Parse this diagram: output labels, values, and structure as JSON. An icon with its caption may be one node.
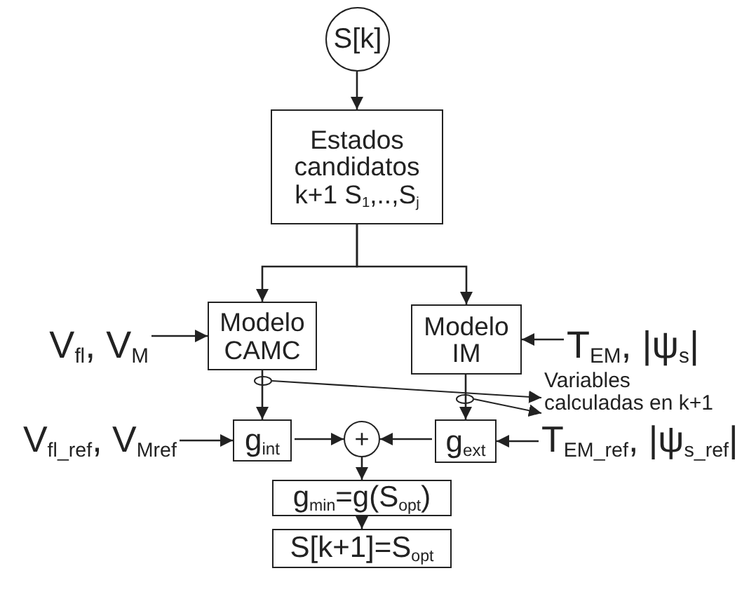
{
  "diagram": {
    "nodes": [
      {
        "text": [
          "S[k]"
        ]
      },
      {
        "text": [
          "Estados candidatos k+1 S$_{1}$,..,S$_{j}$"
        ]
      },
      {
        "text": [
          "Modelo CAMC"
        ]
      },
      {
        "text": [
          "Modelo IM"
        ]
      },
      {
        "text": [
          "V$_{fl}$, V$_{M}$"
        ]
      },
      {
        "text": [
          "T$_{EM}$, |ψ$_{s}$|"
        ]
      },
      {
        "text": [
          "g$_{int}$"
        ]
      },
      {
        "text": [
          "+"
        ]
      },
      {
        "text": [
          "g$_{ext}$"
        ]
      },
      {
        "text": [
          "V$_{fl_ref}$, V$_{Mref}$"
        ]
      },
      {
        "text": [
          "T$_{EM_ref}$, |ψ$_{s_ref}$|"
        ]
      },
      {
        "text": [
          "g$_{min}$=g(S$_{opt}$)"
        ]
      },
      {
        "text": [
          "S[k+1]=S$_{opt}$"
        ]
      },
      {
        "text": [
          "Variables calculadas en k+1"
        ]
      },
      {
        "text": [],
        "shape": "circle"
      },
      {
        "text": [],
        "shape": "circle"
      }
    ],
    "edges": [
      {
        "from": 0,
        "to": 1,
        "arrow": "to"
      },
      {
        "from": 1,
        "to": 2,
        "arrow": "to"
      },
      {
        "from": 1,
        "to": 3,
        "arrow": "to"
      },
      {
        "from": 4,
        "to": 2,
        "arrow": "to"
      },
      {
        "from": 5,
        "to": 3,
        "arrow": "to"
      },
      {
        "from": 2,
        "to": 6,
        "arrow": "to"
      },
      {
        "from": 3,
        "to": 8,
        "arrow": "to"
      },
      {
        "from": 9,
        "to": 6,
        "arrow": "to"
      },
      {
        "from": 10,
        "to": 8,
        "arrow": "to"
      },
      {
        "from": 6,
        "to": 7,
        "arrow": "to"
      },
      {
        "from": 8,
        "to": 7,
        "arrow": "to"
      },
      {
        "from": 7,
        "to": 11,
        "arrow": "to"
      },
      {
        "from": 11,
        "to": 12,
        "arrow": "to"
      },
      {
        "from": 14,
        "to": 13,
        "arrow": "to"
      },
      {
        "from": 15,
        "to": 13,
        "arrow": "to"
      }
    ]
  }
}
